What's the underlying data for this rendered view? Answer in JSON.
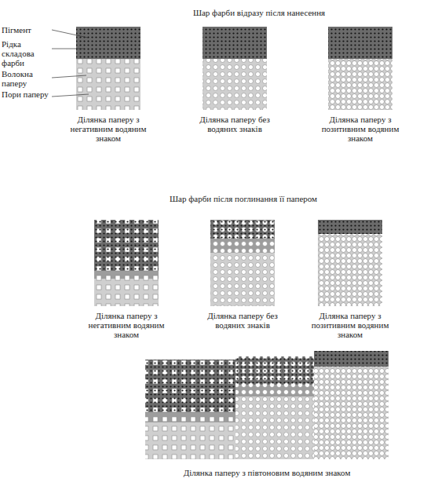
{
  "diagram": {
    "title": "Шар фарби відразу після нанесення",
    "labels": [
      "Пігмент",
      "Рідка складова фарби",
      "Волокна паперу",
      "Пори паперу",
      "Ділянка паперу з негативним водяним знаком",
      "Ділянка паперу без водяних знаків",
      "Ділянка паперу з позитивним водяним знаком",
      "Шар фарби після поглинання її папером",
      "Ділянка паперу з негативним водяним знаком",
      "Ділянка паперу без водяних знаків",
      "Ділянка паперу з позитивним водяним знаком",
      "Ділянка паперу з півтоновим водяним знаком"
    ]
  }
}
